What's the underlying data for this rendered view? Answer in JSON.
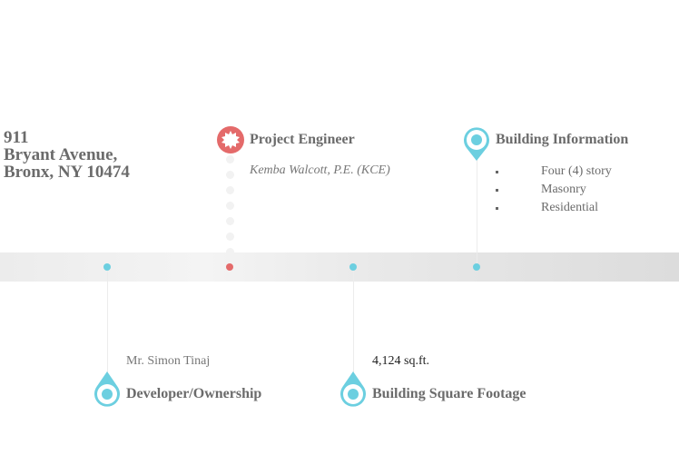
{
  "address": {
    "line1": "911",
    "line2": "Bryant Avenue,",
    "line3": "Bronx, NY 10474"
  },
  "colors": {
    "accent": "#6ccfe0",
    "highlight": "#e46a6a",
    "text": "#6b6b6b"
  },
  "milestones": [
    {
      "title": "Developer/Ownership",
      "detail": "Mr. Simon Tinaj",
      "icon": "location-pin-icon"
    },
    {
      "title": "Project Engineer",
      "detail": "Kemba Walcott, P.E. (KCE)",
      "icon": "badge-icon"
    },
    {
      "title": "Building Square Footage",
      "detail": "4,124 sq.ft.",
      "icon": "location-pin-icon"
    },
    {
      "title": "Building Information",
      "items": [
        "Four (4) story",
        "Masonry",
        "Residential"
      ],
      "icon": "location-pin-icon"
    }
  ]
}
